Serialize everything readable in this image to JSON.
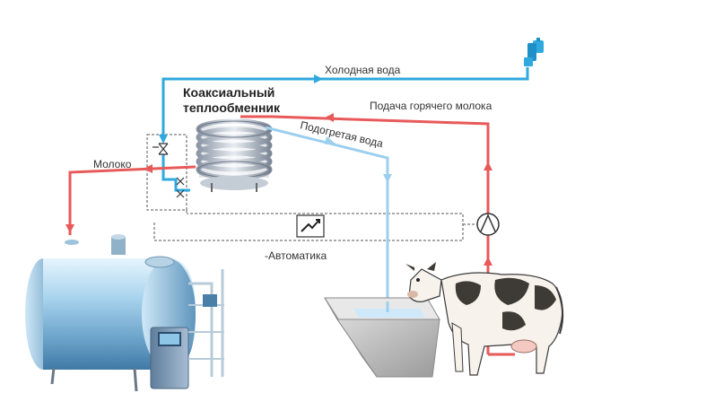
{
  "labels": {
    "cold_water": "Холодная вода",
    "heat_exchanger_line1": "Коаксиальный",
    "heat_exchanger_line2": "теплообменник",
    "hot_milk_supply": "Подача горячего молока",
    "heated_water": "Подогретая вода",
    "milk": "Молоко",
    "automation": "-Автоматика"
  },
  "icons": {
    "tap": "water-tap-icon",
    "pump": "pump-icon",
    "controller": "controller-icon",
    "valve": "valve-icon",
    "tank": "milk-tank",
    "trough": "water-trough",
    "cow": "cow"
  },
  "colors": {
    "cold_water": "#2fa9de",
    "heated_water": "#9ccfee",
    "milk": "#e85a5a",
    "automation": "#444444"
  }
}
